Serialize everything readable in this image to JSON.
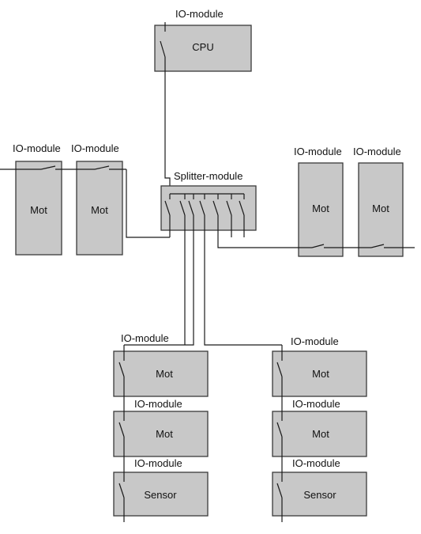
{
  "labels": {
    "io_cpu": "IO-module",
    "cpu": "CPU",
    "io_left_1": "IO-module",
    "io_left_2": "IO-module",
    "mot_left_1": "Mot",
    "mot_left_2": "Mot",
    "splitter": "Splitter-module",
    "io_right_1": "IO-module",
    "io_right_2": "IO-module",
    "mot_right_1": "Mot",
    "mot_right_2": "Mot",
    "io_bl_1": "IO-module",
    "mot_bl_1": "Mot",
    "io_bl_2": "IO-module",
    "mot_bl_2": "Mot",
    "io_bl_3": "IO-module",
    "sensor_bl": "Sensor",
    "io_br_1": "IO-module",
    "mot_br_1": "Mot",
    "io_br_2": "IO-module",
    "mot_br_2": "Mot",
    "io_br_3": "IO-module",
    "sensor_br": "Sensor"
  },
  "colors": {
    "box_fill": "#c8c8c8",
    "box_stroke": "#3a3a3a",
    "wire": "#1a1a1a"
  }
}
